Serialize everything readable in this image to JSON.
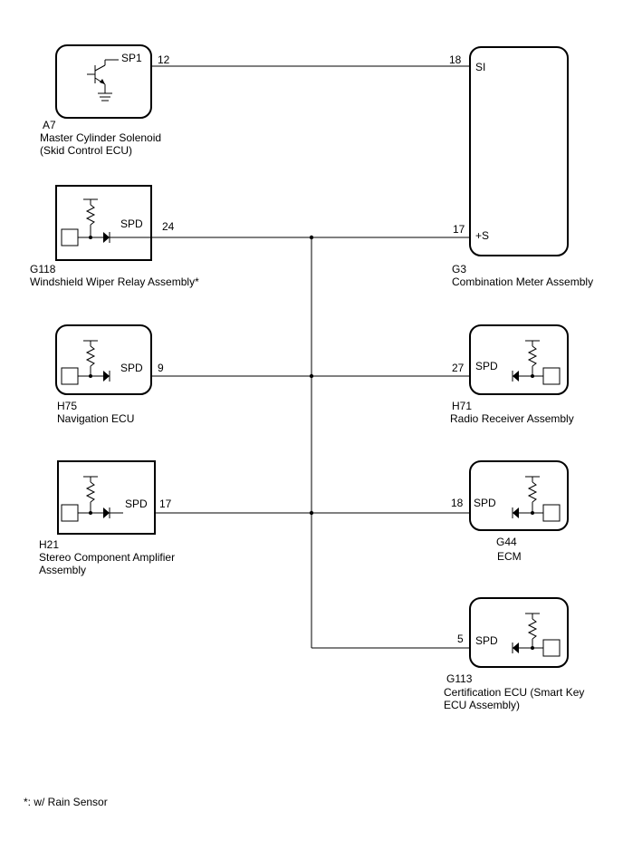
{
  "components": {
    "a7": {
      "code": "A7",
      "name_line1": "Master Cylinder Solenoid",
      "name_line2": "(Skid Control ECU)",
      "signal": "SP1",
      "pin": "12"
    },
    "g3": {
      "code": "G3",
      "name_line1": "Combination Meter Assembly",
      "signal_si": "SI",
      "pin_si": "18",
      "signal_s": "+S",
      "pin_s": "17"
    },
    "g118": {
      "code": "G118",
      "name_line1": "Windshield Wiper Relay Assembly*",
      "signal": "SPD",
      "pin": "24"
    },
    "h75": {
      "code": "H75",
      "name_line1": "Navigation ECU",
      "signal": "SPD",
      "pin": "9"
    },
    "h71": {
      "code": "H71",
      "name_line1": "Radio Receiver Assembly",
      "signal": "SPD",
      "pin": "27"
    },
    "h21": {
      "code": "H21",
      "name_line1": "Stereo Component Amplifier",
      "name_line2": "Assembly",
      "signal": "SPD",
      "pin": "17"
    },
    "g44": {
      "code": "G44",
      "name_line1": "ECM",
      "signal": "SPD",
      "pin": "18"
    },
    "g113": {
      "code": "G113",
      "name_line1": "Certification ECU (Smart Key",
      "name_line2": "ECU Assembly)",
      "signal": "SPD",
      "pin": "5"
    }
  },
  "footnote": "*: w/ Rain Sensor"
}
